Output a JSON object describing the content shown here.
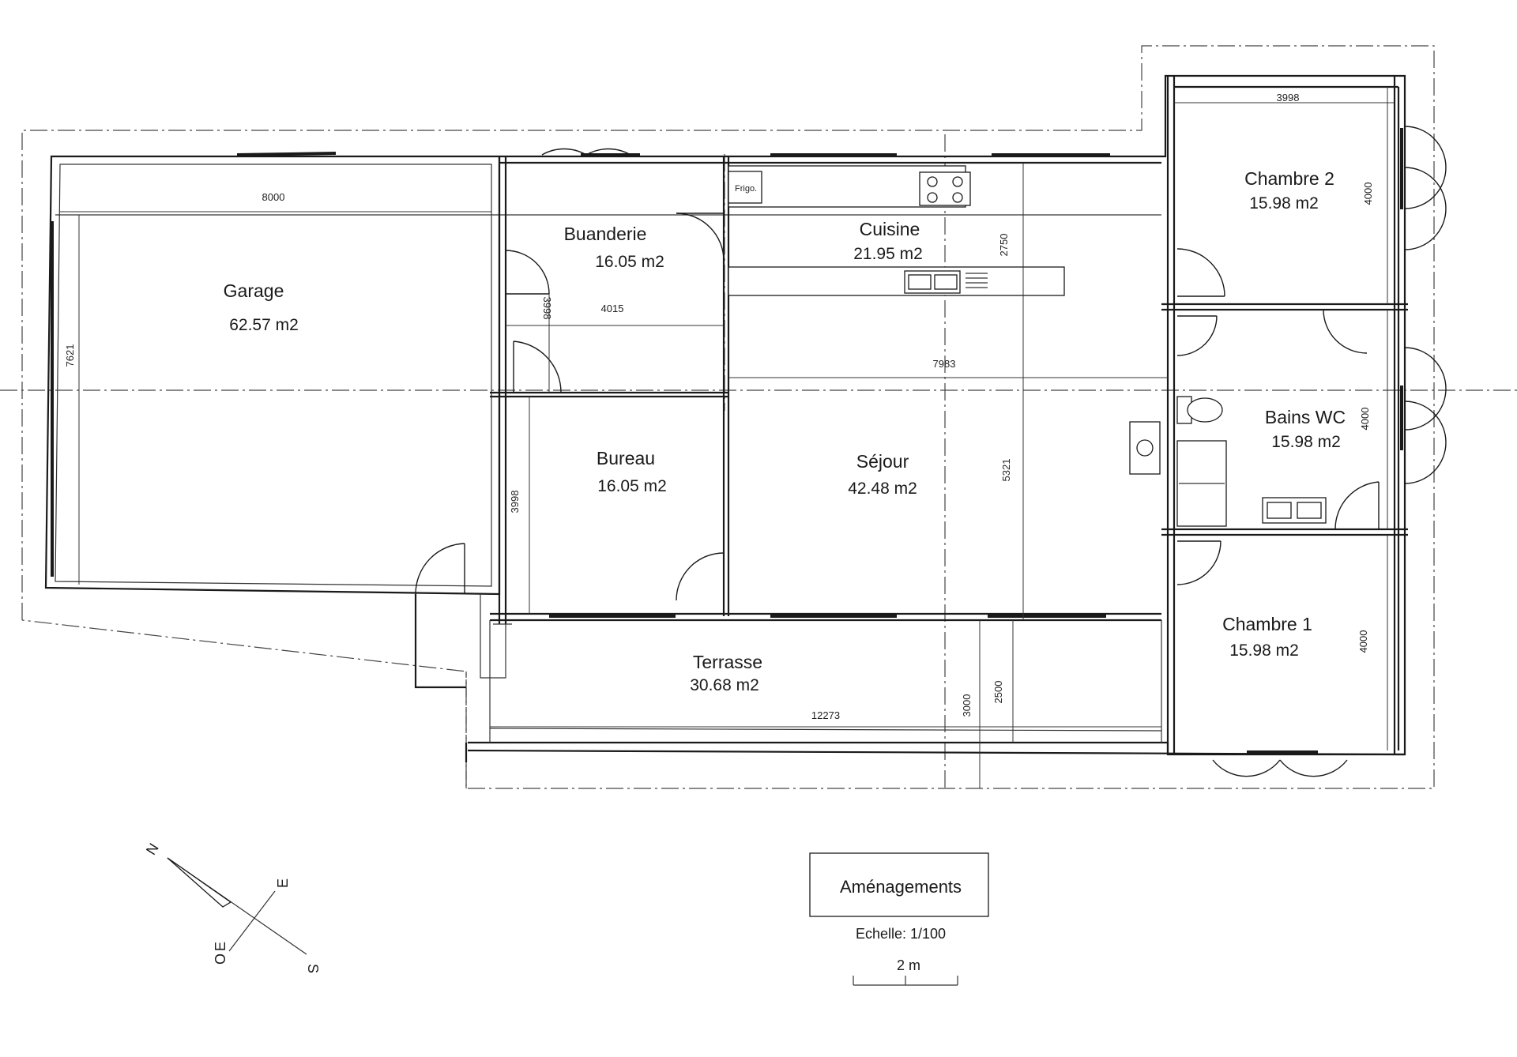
{
  "rooms": {
    "garage": {
      "name": "Garage",
      "area": "62.57 m2"
    },
    "buanderie": {
      "name": "Buanderie",
      "area": "16.05 m2"
    },
    "cuisine": {
      "name": "Cuisine",
      "area": "21.95 m2"
    },
    "chambre2": {
      "name": "Chambre 2",
      "area": "15.98 m2"
    },
    "bains": {
      "name": "Bains WC",
      "area": "15.98 m2"
    },
    "bureau": {
      "name": "Bureau",
      "area": "16.05 m2"
    },
    "sejour": {
      "name": "Séjour",
      "area": "42.48 m2"
    },
    "chambre1": {
      "name": "Chambre 1",
      "area": "15.98 m2"
    },
    "terrasse": {
      "name": "Terrasse",
      "area": "30.68 m2"
    }
  },
  "fixtures": {
    "frigo": "Frigo."
  },
  "dimensions": {
    "garage_width": "8000",
    "garage_depth": "7621",
    "buanderie_depth": "3998",
    "buanderie_width": "4015",
    "cuisine_depth": "2750",
    "living_width": "7983",
    "sejour_depth": "5321",
    "bureau_depth": "3998",
    "chambre2_width": "3998",
    "chambre2_depth": "4000",
    "bains_depth": "4000",
    "chambre1_depth": "4000",
    "terrasse_width": "12273",
    "terrasse_depth_a": "3000",
    "terrasse_depth_b": "2500"
  },
  "title": {
    "label": "Aménagements",
    "scale": "Echelle: 1/100",
    "scale_bar": "2 m"
  },
  "compass": {
    "n": "N",
    "e": "E",
    "s": "S",
    "o": "O"
  }
}
